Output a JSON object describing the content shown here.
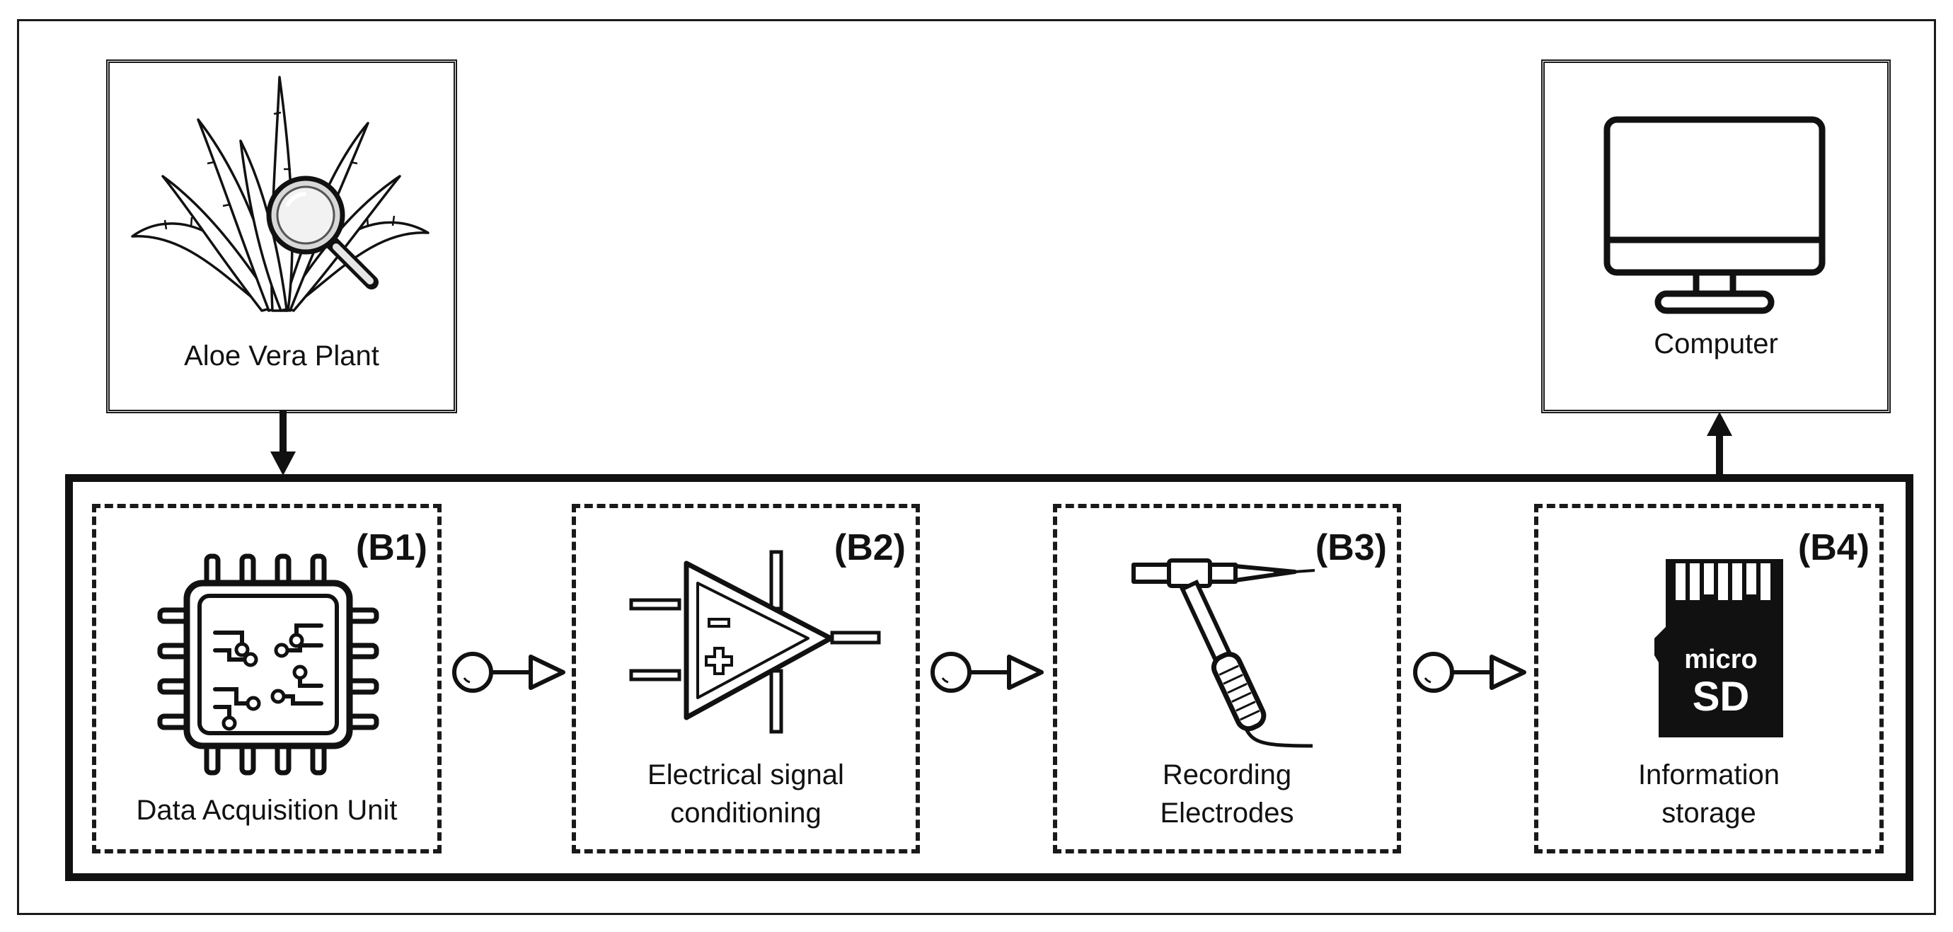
{
  "diagram": {
    "plant": {
      "label": "Aloe Vera Plant",
      "icon": "aloe-vera-magnifier-icon"
    },
    "computer": {
      "label": "Computer",
      "icon": "monitor-icon"
    },
    "blocks": [
      {
        "code": "(B1)",
        "label_lines": [
          "Data Acquisition Unit"
        ],
        "icon": "microchip-icon"
      },
      {
        "code": "(B2)",
        "label_lines": [
          "Electrical signal",
          "conditioning"
        ],
        "icon": "op-amp-icon"
      },
      {
        "code": "(B3)",
        "label_lines": [
          "Recording",
          "Electrodes"
        ],
        "icon": "electrode-probe-icon"
      },
      {
        "code": "(B4)",
        "label_lines": [
          "Information",
          "storage"
        ],
        "icon": "micro-sd-card-icon",
        "card_text": [
          "micro",
          "SD"
        ]
      }
    ],
    "connectors": [
      "link-arrow-b1-b2",
      "link-arrow-b2-b3",
      "link-arrow-b3-b4"
    ]
  }
}
